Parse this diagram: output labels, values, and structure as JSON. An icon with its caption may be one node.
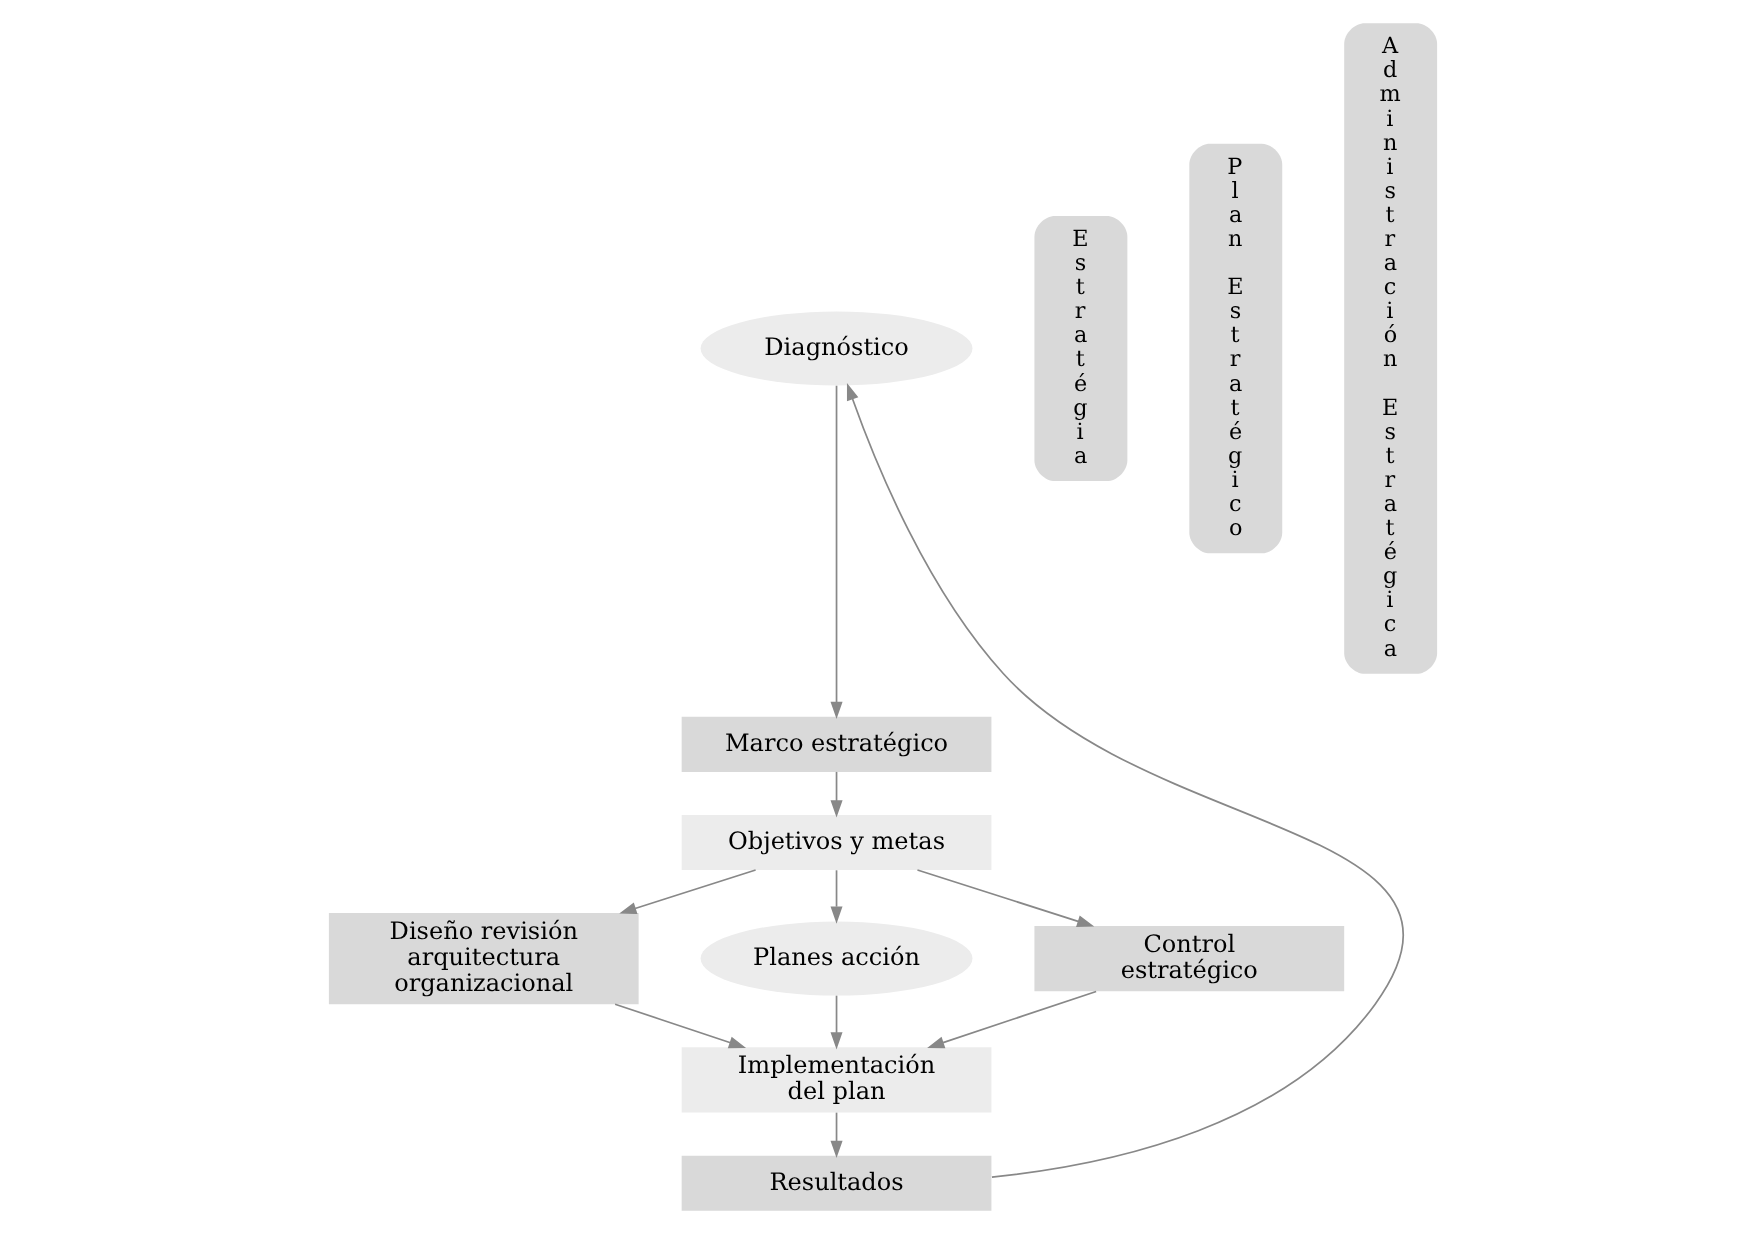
{
  "diagram": {
    "nodes": [
      {
        "text": [
          "Diagnóstico"
        ]
      },
      {
        "text": [
          "Marco estratégico"
        ]
      },
      {
        "text": [
          "Objetivos y metas"
        ]
      },
      {
        "text": [
          "Diseño revisión arquitectura organizacional"
        ]
      },
      {
        "text": [
          "Planes acción"
        ]
      },
      {
        "text": [
          "Control estratégico"
        ]
      },
      {
        "text": [
          "Implementación del plan"
        ]
      },
      {
        "text": [
          "Resultados"
        ]
      },
      {
        "text": [
          "Estratégia"
        ]
      },
      {
        "text": [
          "Plan Estratégico"
        ]
      },
      {
        "text": [
          "Administración Estratégica"
        ]
      }
    ],
    "edges": [
      {
        "from": 0,
        "to": 1,
        "arrow": "to"
      },
      {
        "from": 1,
        "to": 2,
        "arrow": "to"
      },
      {
        "from": 2,
        "to": 3,
        "arrow": "to"
      },
      {
        "from": 2,
        "to": 4,
        "arrow": "to"
      },
      {
        "from": 2,
        "to": 5,
        "arrow": "to"
      },
      {
        "from": 3,
        "to": 6,
        "arrow": "to"
      },
      {
        "from": 4,
        "to": 6,
        "arrow": "to"
      },
      {
        "from": 5,
        "to": 6,
        "arrow": "to"
      },
      {
        "from": 6,
        "to": 7,
        "arrow": "to"
      },
      {
        "from": 7,
        "to": 0,
        "arrow": "to"
      }
    ]
  }
}
